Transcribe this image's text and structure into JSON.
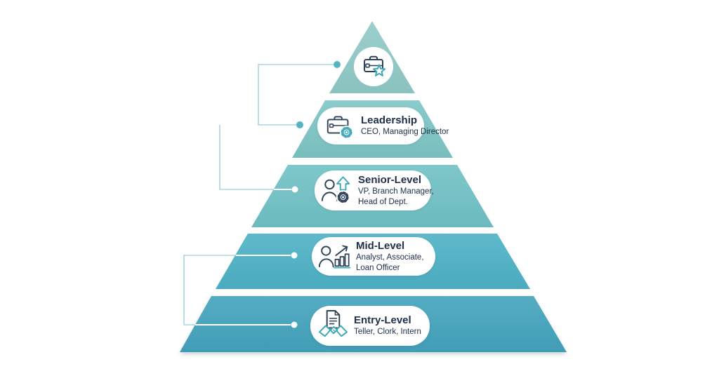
{
  "theme": {
    "bg": "#ffffff",
    "text": "#20304a",
    "line-blue": "#a8d5dd",
    "dot-teal": "#54b5c0",
    "dot-white": "#ffffff",
    "icon-navy": "#2e4157",
    "icon-teal": "#3fa9ba",
    "tier-top": "#8fc9c6",
    "tier-leadership": "#7dc5c5",
    "tier-senior": "#70c1c5",
    "tier-mid": "#4db1c5",
    "tier-entry": "#42a3bc"
  },
  "pyramid": {
    "description": "Banking career hierarchy pyramid, top to bottom",
    "tiers": [
      {
        "name": "top",
        "title": "",
        "subtitle_lines": [],
        "icon": "briefcase-star-icon"
      },
      {
        "name": "leadership",
        "title": "Leadership",
        "subtitle_lines": [
          "CEO, Managing Director"
        ],
        "icon": "briefcase-gear-icon"
      },
      {
        "name": "senior",
        "title": "Senior-Level",
        "subtitle_lines": [
          "VP, Branch Manager,",
          "Head of Dept."
        ],
        "icon": "person-promotion-icon"
      },
      {
        "name": "mid",
        "title": "Mid-Level",
        "subtitle_lines": [
          "Analyst, Associate,",
          "Loan Officer"
        ],
        "icon": "person-growth-chart-icon"
      },
      {
        "name": "entry",
        "title": "Entry-Level",
        "subtitle_lines": [
          "Teller, Clork, Intern"
        ],
        "icon": "document-handshake-icon"
      }
    ]
  }
}
